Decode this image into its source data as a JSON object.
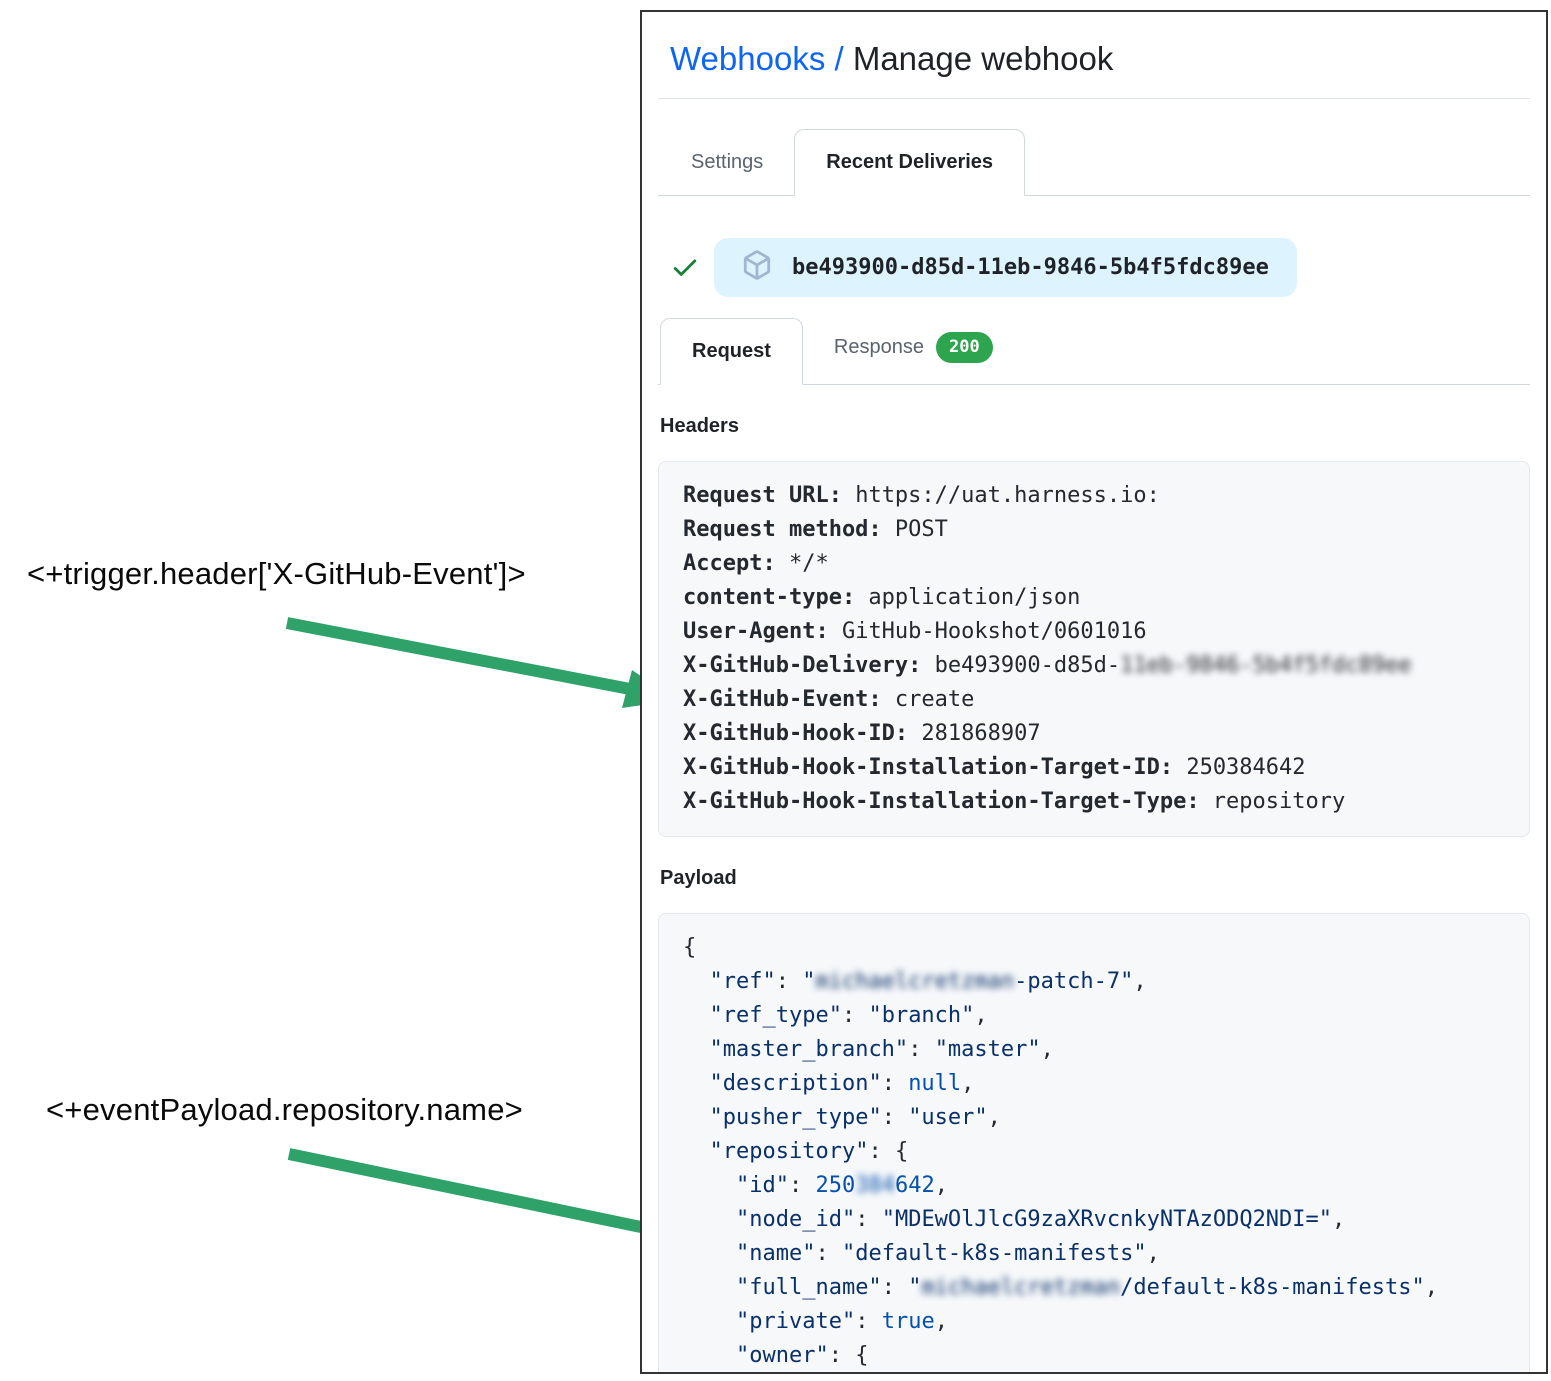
{
  "colors": {
    "link_blue": "#0d65f2",
    "badge_green": "#2da44e",
    "check_green": "#1a7f37",
    "arrow_green": "#2ea269",
    "pill_blue_bg": "#ddf4ff",
    "package_icon": "#a2b5d0"
  },
  "breadcrumb": {
    "link": "Webhooks",
    "separator": "/",
    "current": "Manage webhook"
  },
  "tabs": {
    "settings": "Settings",
    "recent_deliveries": "Recent Deliveries"
  },
  "delivery": {
    "id": "be493900-d85d-11eb-9846-5b4f5fdc89ee"
  },
  "subtabs": {
    "request": "Request",
    "response": "Response",
    "response_code": "200"
  },
  "headers_section": {
    "title": "Headers",
    "lines": [
      {
        "segs": [
          {
            "t": "Request URL:",
            "c": "hl"
          },
          {
            "t": " https://uat.harness.io:",
            "c": "hv"
          }
        ]
      },
      {
        "segs": [
          {
            "t": "Request method:",
            "c": "hl"
          },
          {
            "t": " POST",
            "c": "hv"
          }
        ]
      },
      {
        "segs": [
          {
            "t": "Accept:",
            "c": "hl"
          },
          {
            "t": " */*",
            "c": "hv"
          }
        ]
      },
      {
        "segs": [
          {
            "t": "content-type:",
            "c": "hl"
          },
          {
            "t": " application/json",
            "c": "hv"
          }
        ]
      },
      {
        "segs": [
          {
            "t": "User-Agent:",
            "c": "hl"
          },
          {
            "t": " GitHub-Hookshot/0601016",
            "c": "hv"
          }
        ]
      },
      {
        "segs": [
          {
            "t": "X-GitHub-Delivery:",
            "c": "hl"
          },
          {
            "t": " be493900-d85d-",
            "c": "hv"
          },
          {
            "t": "11eb-9846-5b4f5fdc89ee",
            "c": "hv",
            "r": true
          }
        ]
      },
      {
        "segs": [
          {
            "t": "X-GitHub-Event:",
            "c": "hl"
          },
          {
            "t": " create",
            "c": "hv"
          }
        ]
      },
      {
        "segs": [
          {
            "t": "X-GitHub-Hook-ID:",
            "c": "hl"
          },
          {
            "t": " 281868907",
            "c": "hv"
          }
        ]
      },
      {
        "segs": [
          {
            "t": "X-GitHub-Hook-Installation-Target-ID:",
            "c": "hl"
          },
          {
            "t": " 250384642",
            "c": "hv"
          }
        ]
      },
      {
        "segs": [
          {
            "t": "X-GitHub-Hook-Installation-Target-Type:",
            "c": "hl"
          },
          {
            "t": " repository",
            "c": "hv"
          }
        ]
      }
    ]
  },
  "payload_section": {
    "title": "Payload",
    "lines": [
      {
        "segs": [
          {
            "t": "{",
            "c": "p"
          }
        ]
      },
      {
        "segs": [
          {
            "t": "  ",
            "c": "p"
          },
          {
            "t": "\"ref\"",
            "c": "s"
          },
          {
            "t": ": ",
            "c": "p"
          },
          {
            "t": "\"",
            "c": "s"
          },
          {
            "t": "michaelcretzman",
            "c": "s",
            "r": true
          },
          {
            "t": "-patch-7\"",
            "c": "s"
          },
          {
            "t": ",",
            "c": "p"
          }
        ]
      },
      {
        "segs": [
          {
            "t": "  ",
            "c": "p"
          },
          {
            "t": "\"ref_type\"",
            "c": "s"
          },
          {
            "t": ": ",
            "c": "p"
          },
          {
            "t": "\"branch\"",
            "c": "s"
          },
          {
            "t": ",",
            "c": "p"
          }
        ]
      },
      {
        "segs": [
          {
            "t": "  ",
            "c": "p"
          },
          {
            "t": "\"master_branch\"",
            "c": "s"
          },
          {
            "t": ": ",
            "c": "p"
          },
          {
            "t": "\"master\"",
            "c": "s"
          },
          {
            "t": ",",
            "c": "p"
          }
        ]
      },
      {
        "segs": [
          {
            "t": "  ",
            "c": "p"
          },
          {
            "t": "\"description\"",
            "c": "s"
          },
          {
            "t": ": ",
            "c": "p"
          },
          {
            "t": "null",
            "c": "b"
          },
          {
            "t": ",",
            "c": "p"
          }
        ]
      },
      {
        "segs": [
          {
            "t": "  ",
            "c": "p"
          },
          {
            "t": "\"pusher_type\"",
            "c": "s"
          },
          {
            "t": ": ",
            "c": "p"
          },
          {
            "t": "\"user\"",
            "c": "s"
          },
          {
            "t": ",",
            "c": "p"
          }
        ]
      },
      {
        "segs": [
          {
            "t": "  ",
            "c": "p"
          },
          {
            "t": "\"repository\"",
            "c": "s"
          },
          {
            "t": ": {",
            "c": "p"
          }
        ]
      },
      {
        "segs": [
          {
            "t": "    ",
            "c": "p"
          },
          {
            "t": "\"id\"",
            "c": "s"
          },
          {
            "t": ": ",
            "c": "p"
          },
          {
            "t": "250",
            "c": "b"
          },
          {
            "t": "384",
            "c": "b",
            "r": true
          },
          {
            "t": "642",
            "c": "b"
          },
          {
            "t": ",",
            "c": "p"
          }
        ]
      },
      {
        "segs": [
          {
            "t": "    ",
            "c": "p"
          },
          {
            "t": "\"node_id\"",
            "c": "s"
          },
          {
            "t": ": ",
            "c": "p"
          },
          {
            "t": "\"MDEwOlJlcG9zaXRvcnkyNTAzODQ2NDI=\"",
            "c": "s"
          },
          {
            "t": ",",
            "c": "p"
          }
        ]
      },
      {
        "segs": [
          {
            "t": "    ",
            "c": "p"
          },
          {
            "t": "\"name\"",
            "c": "s"
          },
          {
            "t": ": ",
            "c": "p"
          },
          {
            "t": "\"default-k8s-manifests\"",
            "c": "s"
          },
          {
            "t": ",",
            "c": "p"
          }
        ]
      },
      {
        "segs": [
          {
            "t": "    ",
            "c": "p"
          },
          {
            "t": "\"full_name\"",
            "c": "s"
          },
          {
            "t": ": ",
            "c": "p"
          },
          {
            "t": "\"",
            "c": "s"
          },
          {
            "t": "michaelcretzman",
            "c": "s",
            "r": true
          },
          {
            "t": "/default-k8s-manifests\"",
            "c": "s"
          },
          {
            "t": ",",
            "c": "p"
          }
        ]
      },
      {
        "segs": [
          {
            "t": "    ",
            "c": "p"
          },
          {
            "t": "\"private\"",
            "c": "s"
          },
          {
            "t": ": ",
            "c": "p"
          },
          {
            "t": "true",
            "c": "b"
          },
          {
            "t": ",",
            "c": "p"
          }
        ]
      },
      {
        "segs": [
          {
            "t": "    ",
            "c": "p"
          },
          {
            "t": "\"owner\"",
            "c": "s"
          },
          {
            "t": ": {",
            "c": "p"
          }
        ]
      }
    ]
  },
  "annotations": {
    "trigger_header": "<+trigger.header['X-GitHub-Event']>",
    "event_payload": "<+eventPayload.repository.name>"
  }
}
